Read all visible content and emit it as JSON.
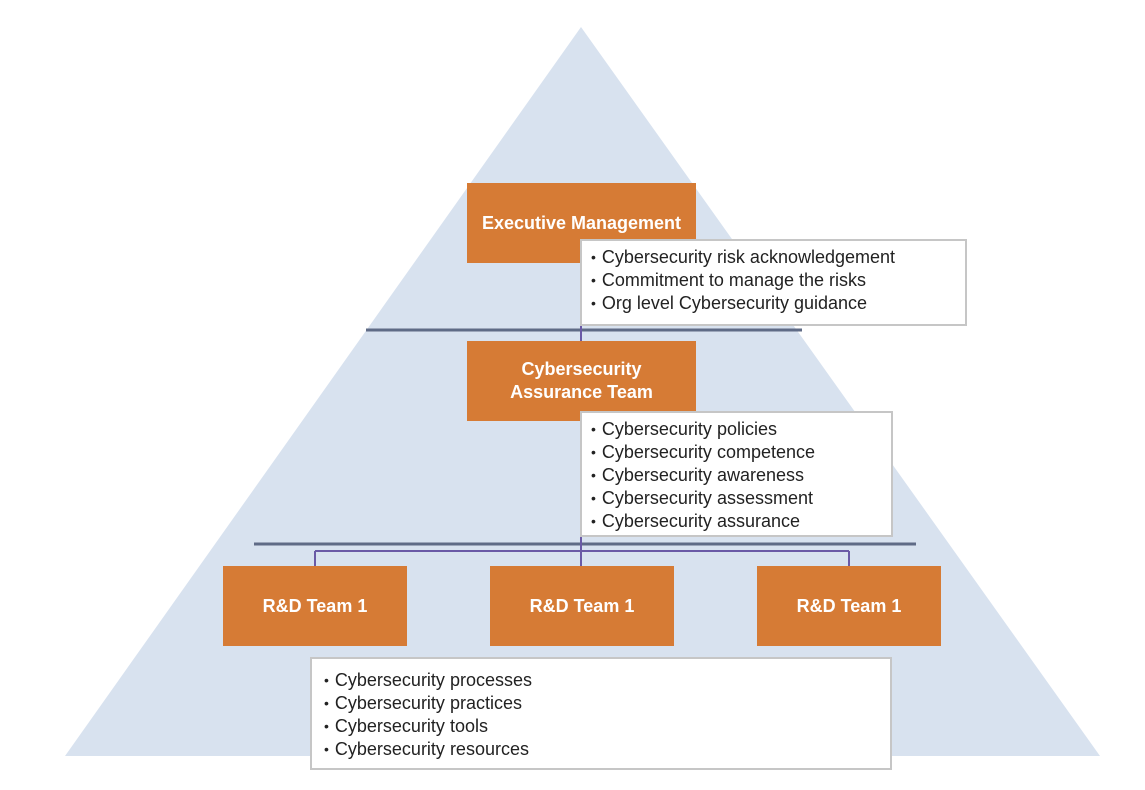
{
  "colors": {
    "pyramid": "#d8e2ef",
    "box": "#d67b35",
    "box_text": "#ffffff",
    "connector": "#6a5aa6",
    "divider": "#5f6b86",
    "note_border": "#c6c6c6"
  },
  "executive": {
    "title": "Executive Management",
    "notes": [
      "Cybersecurity risk acknowledgement",
      "Commitment to manage the risks",
      "Org level Cybersecurity guidance"
    ]
  },
  "assurance": {
    "title_line1": "Cybersecurity",
    "title_line2": "Assurance Team",
    "notes": [
      "Cybersecurity policies",
      "Cybersecurity competence",
      "Cybersecurity awareness",
      "Cybersecurity assessment",
      "Cybersecurity assurance"
    ]
  },
  "rd_teams": [
    {
      "title": "R&D Team 1"
    },
    {
      "title": "R&D Team 1"
    },
    {
      "title": "R&D Team 1"
    }
  ],
  "rd_notes": [
    "Cybersecurity processes",
    "Cybersecurity practices",
    "Cybersecurity tools",
    "Cybersecurity resources"
  ]
}
